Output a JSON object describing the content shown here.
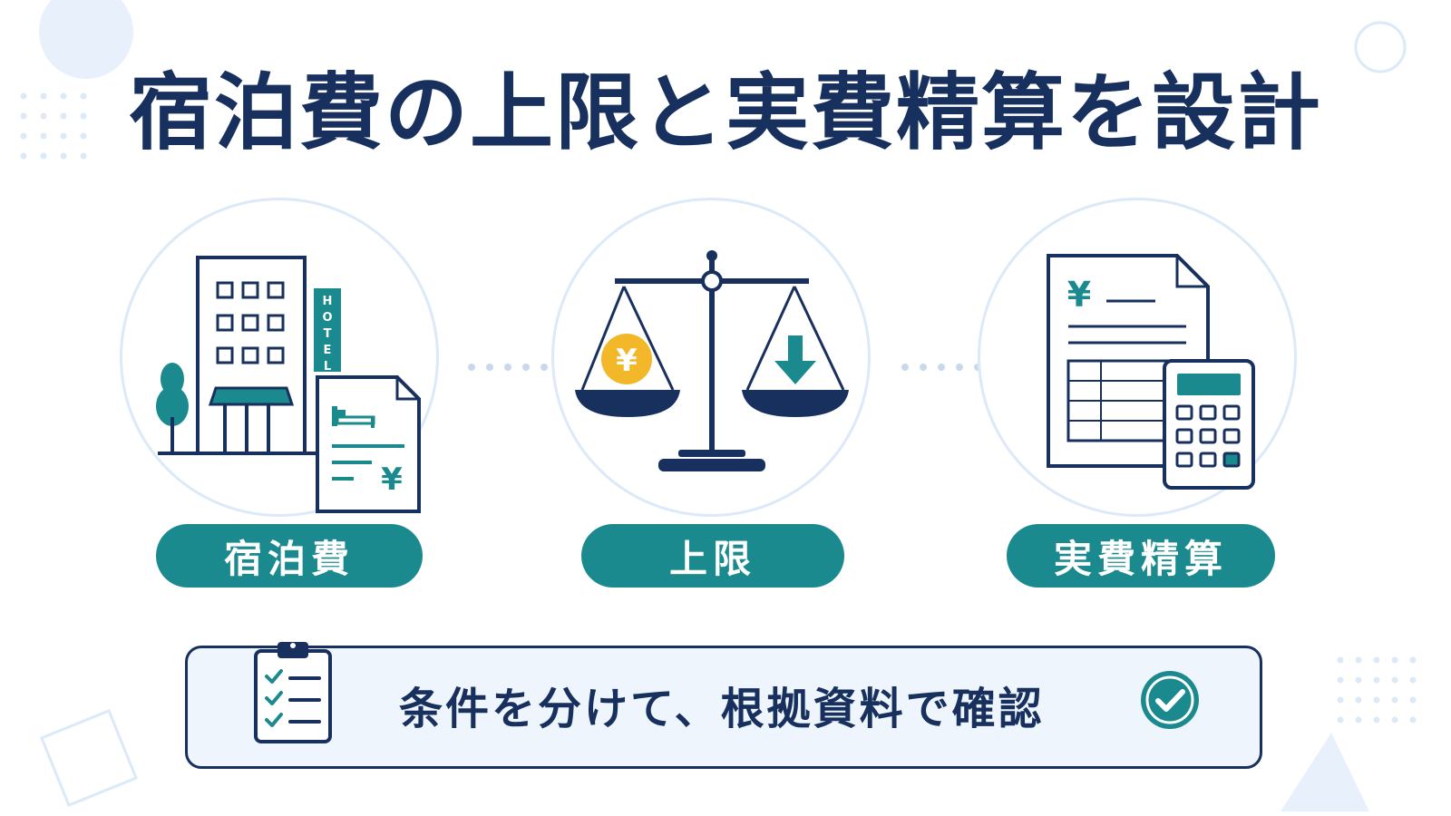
{
  "title": "宿泊費の上限と実費精算を設計",
  "cards": [
    {
      "label": "宿泊費",
      "icon": "hotel-building-icon",
      "sign_text": "HOTEL",
      "yen": "¥"
    },
    {
      "label": "上限",
      "icon": "balance-scale-icon",
      "yen": "¥"
    },
    {
      "label": "実費精算",
      "icon": "invoice-calculator-icon",
      "yen": "¥"
    }
  ],
  "footer": {
    "text": "条件を分けて、根拠資料で確認",
    "icon_left": "clipboard-checklist-icon",
    "icon_right": "check-circle-icon"
  },
  "colors": {
    "navy": "#17305e",
    "teal": "#1a8a8e",
    "gold": "#f3b72a",
    "light_blue": "#dce9f8"
  }
}
